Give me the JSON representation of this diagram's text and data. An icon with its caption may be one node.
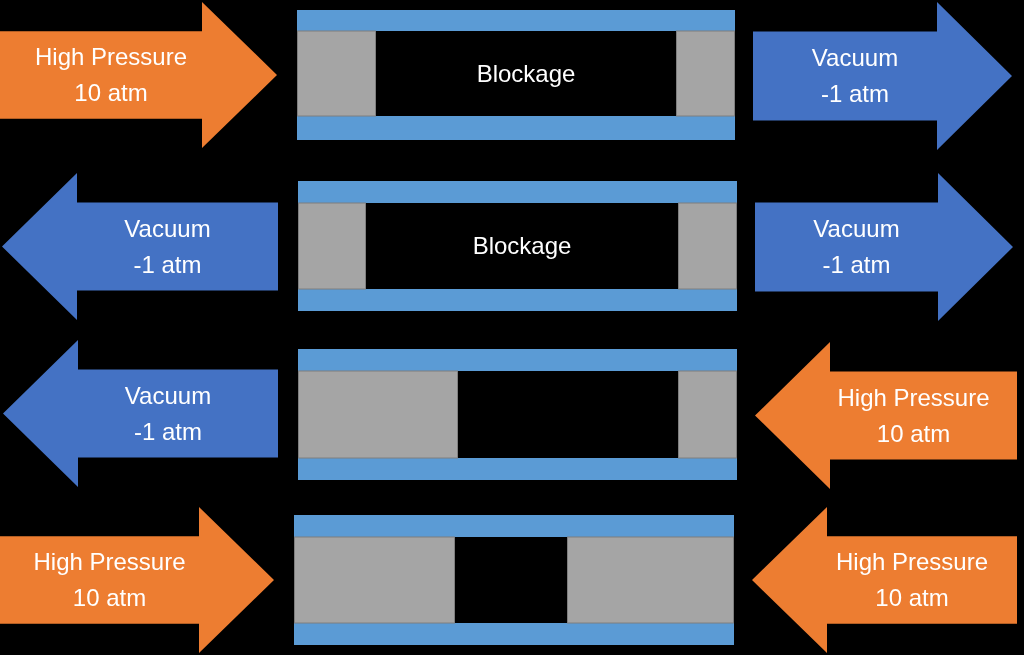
{
  "diagram": {
    "nodes": [
      {
        "text": [
          "Blockage"
        ]
      },
      {
        "text": [
          "Blockage"
        ]
      },
      {
        "text": [],
        "shape": "box"
      },
      {
        "text": [],
        "shape": "box"
      }
    ],
    "edges": [
      {
        "from": null,
        "to": 0,
        "arrow": "to",
        "label": "High Pressure 10 atm",
        "color": "#ed7d31"
      },
      {
        "from": 0,
        "to": null,
        "arrow": "to",
        "label": "Vacuum -1 atm",
        "color": "#4472c4"
      },
      {
        "from": 1,
        "to": null,
        "arrow": "to",
        "label": "Vacuum -1 atm",
        "color": "#4472c4"
      },
      {
        "from": 1,
        "to": null,
        "arrow": "to",
        "label": "Vacuum -1 atm",
        "color": "#4472c4"
      },
      {
        "from": 2,
        "to": null,
        "arrow": "to",
        "label": "Vacuum -1 atm",
        "color": "#4472c4"
      },
      {
        "from": null,
        "to": 2,
        "arrow": "to",
        "label": "High Pressure 10 atm",
        "color": "#ed7d31"
      },
      {
        "from": null,
        "to": 3,
        "arrow": "to",
        "label": "High Pressure 10 atm",
        "color": "#ed7d31"
      },
      {
        "from": null,
        "to": 3,
        "arrow": "to",
        "label": "High Pressure 10 atm",
        "color": "#ed7d31"
      }
    ]
  }
}
